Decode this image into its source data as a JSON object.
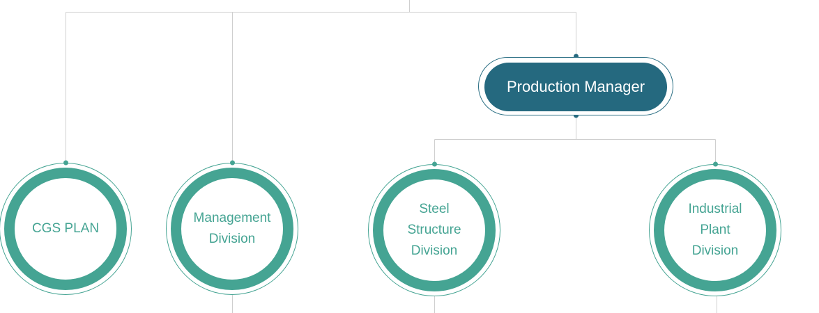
{
  "manager": {
    "label": "Production Manager"
  },
  "divisions": [
    {
      "id": "cgs",
      "label": "CGS PLAN"
    },
    {
      "id": "management",
      "label": "Management\nDivision"
    },
    {
      "id": "steel",
      "label": "Steel\nStructure\nDivision"
    },
    {
      "id": "industrial",
      "label": "Industrial\nPlant\nDivision"
    }
  ],
  "colors": {
    "manager_fill": "#25697f",
    "division_ring": "#45a493",
    "connector_line": "#cfcfcf"
  }
}
